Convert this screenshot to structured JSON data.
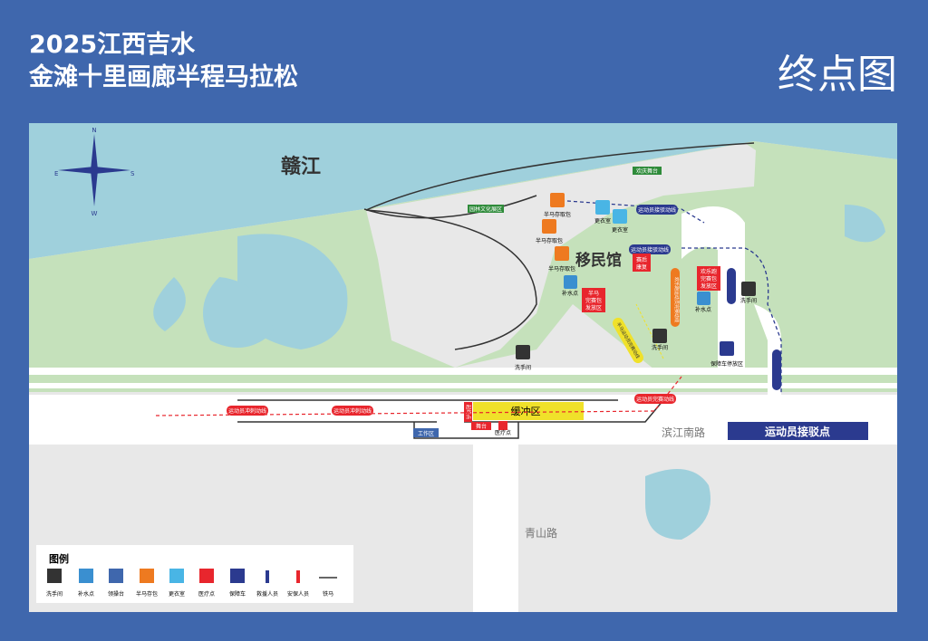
{
  "header": {
    "title_line1": "2025江西吉水",
    "title_line2": "金滩十里画廊半程马拉松",
    "map_name": "终点图"
  },
  "map": {
    "river": "赣江",
    "hall": "移民馆",
    "stage": "欢庆舞台",
    "exhibit": "园林文化展区",
    "bag_pickup": "半马存取包",
    "changing_room": "更衣室",
    "shuttle_route": "运动员接驳动线",
    "water": "补水点",
    "half_finish_pack": [
      "半马",
      "完赛包",
      "发放区"
    ],
    "fun_finish_pack": [
      "欢乐跑",
      "完赛包",
      "发放区"
    ],
    "fun_finish_route": "欢乐跑运动员完赛动线",
    "half_finish_route": "半马运动员完赛动线",
    "toilet": "洗手间",
    "vehicle_area": "保障车停放区",
    "sprint_route": "运动员冲刺动线",
    "finish_route": "运动员完赛动线",
    "buffer": "缓冲区",
    "start_finish": "起终点",
    "stage_small": "舞台",
    "work_area": "工作区",
    "medical": "医疗点",
    "road1": "滨江南路",
    "road2": "青山路",
    "shuttle_point": "运动员接驳点",
    "recovery": [
      "赛后",
      "康复"
    ],
    "compass": {
      "n": "N",
      "s": "S",
      "e": "E",
      "w": "W"
    }
  },
  "legend": {
    "title": "图例",
    "items": [
      "洗手间",
      "补水点",
      "领操台",
      "半马存包",
      "更衣室",
      "医疗点",
      "保障车",
      "救援人员",
      "安保人员",
      "铁马"
    ],
    "stand_icon_text": "领操台"
  },
  "colors": {
    "river": "#9fd0dc",
    "grass": "#c5e1bb",
    "ground": "#e8e8e8",
    "blue": "#2b3a8f",
    "red": "#e8262d",
    "orange": "#ee7a20",
    "yellow": "#f0e12a"
  }
}
